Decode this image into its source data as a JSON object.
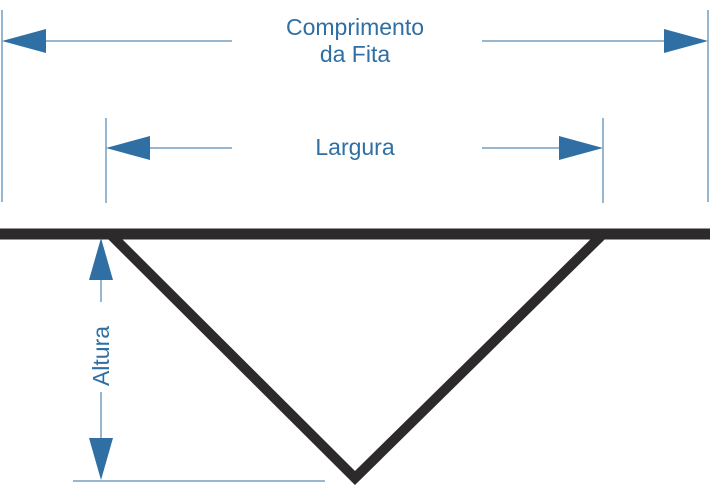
{
  "labels": {
    "length_line1": "Comprimento",
    "length_line2": "da Fita",
    "width": "Largura",
    "height": "Altura"
  },
  "colors": {
    "dimension": "#2f6fa3",
    "shape": "#2d2a2b"
  }
}
